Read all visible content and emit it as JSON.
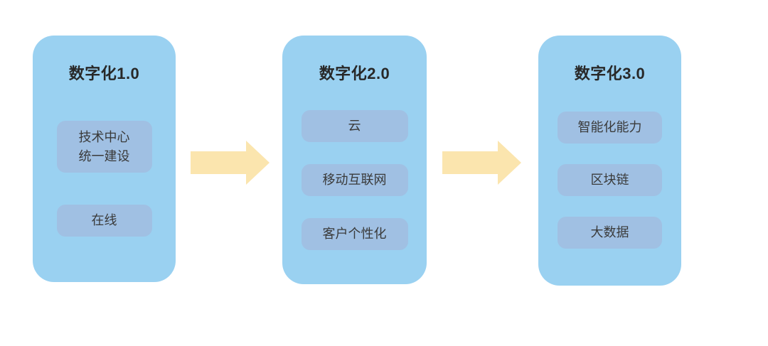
{
  "colors": {
    "page_bg": "#ffffff",
    "panel_bg": "#9AD1F1",
    "item_bg": "#A0C0E3",
    "arrow_fill": "#FBE5AE",
    "title_text": "#282828",
    "item_text": "#3a3a3a"
  },
  "panels": [
    {
      "title": "数字化1.0",
      "items": [
        "技术中心\n统一建设",
        "在线"
      ]
    },
    {
      "title": "数字化2.0",
      "items": [
        "云",
        "移动互联网",
        "客户个性化"
      ]
    },
    {
      "title": "数字化3.0",
      "items": [
        "智能化能力",
        "区块链",
        "大数据"
      ]
    }
  ],
  "arrows": [
    {
      "direction": "right"
    },
    {
      "direction": "right"
    }
  ]
}
